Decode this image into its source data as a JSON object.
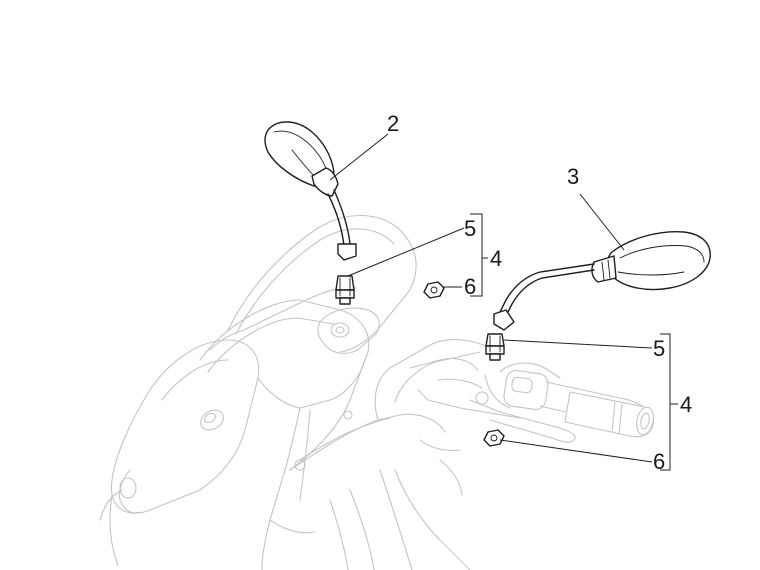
{
  "diagram": {
    "callouts": {
      "left_mirror": "2",
      "right_mirror": "3",
      "left_adapter": "5",
      "left_kit": "4",
      "left_nut": "6",
      "right_adapter": "5",
      "right_kit": "4",
      "right_nut": "6"
    },
    "colors": {
      "part_stroke": "#1e1e1e",
      "background_stroke": "#c4c4c4",
      "leader": "#222222"
    }
  }
}
